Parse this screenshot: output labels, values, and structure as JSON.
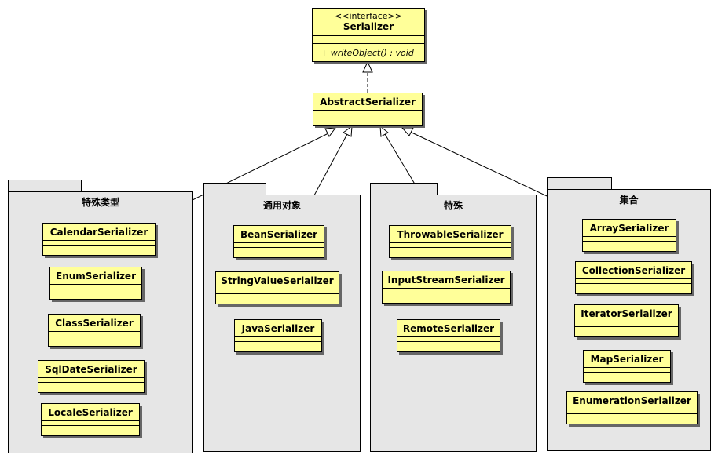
{
  "interface": {
    "stereotype": "<<interface>>",
    "name": "Serializer",
    "operation": "+ writeObject() : void"
  },
  "abstract": {
    "name": "AbstractSerializer"
  },
  "packages": [
    {
      "name": "特殊类型",
      "classes": [
        "CalendarSerializer",
        "EnumSerializer",
        "ClassSerializer",
        "SqlDateSerializer",
        "LocaleSerializer"
      ]
    },
    {
      "name": "通用对象",
      "classes": [
        "BeanSerializer",
        "StringValueSerializer",
        "JavaSerializer"
      ]
    },
    {
      "name": "特殊",
      "classes": [
        "ThrowableSerializer",
        "InputStreamSerializer",
        "RemoteSerializer"
      ]
    },
    {
      "name": "集合",
      "classes": [
        "ArraySerializer",
        "CollectionSerializer",
        "IteratorSerializer",
        "MapSerializer",
        "EnumerationSerializer"
      ]
    }
  ],
  "colors": {
    "class_fill": "#ffff99",
    "package_fill": "#e6e6e6",
    "line": "#000000"
  }
}
